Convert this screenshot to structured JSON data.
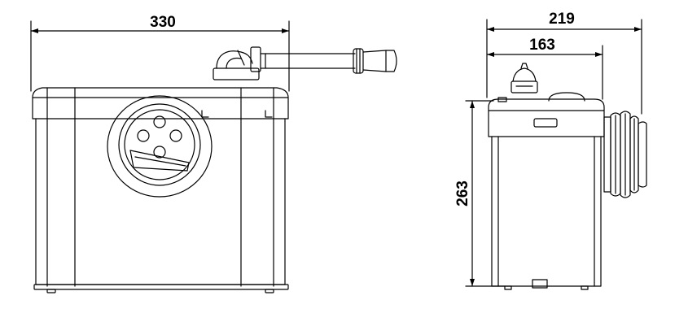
{
  "dimensions": {
    "front_width": "330",
    "side_total_depth": "219",
    "side_body_depth": "163",
    "height": "263"
  },
  "colors": {
    "line": "#000000",
    "background": "#ffffff"
  }
}
